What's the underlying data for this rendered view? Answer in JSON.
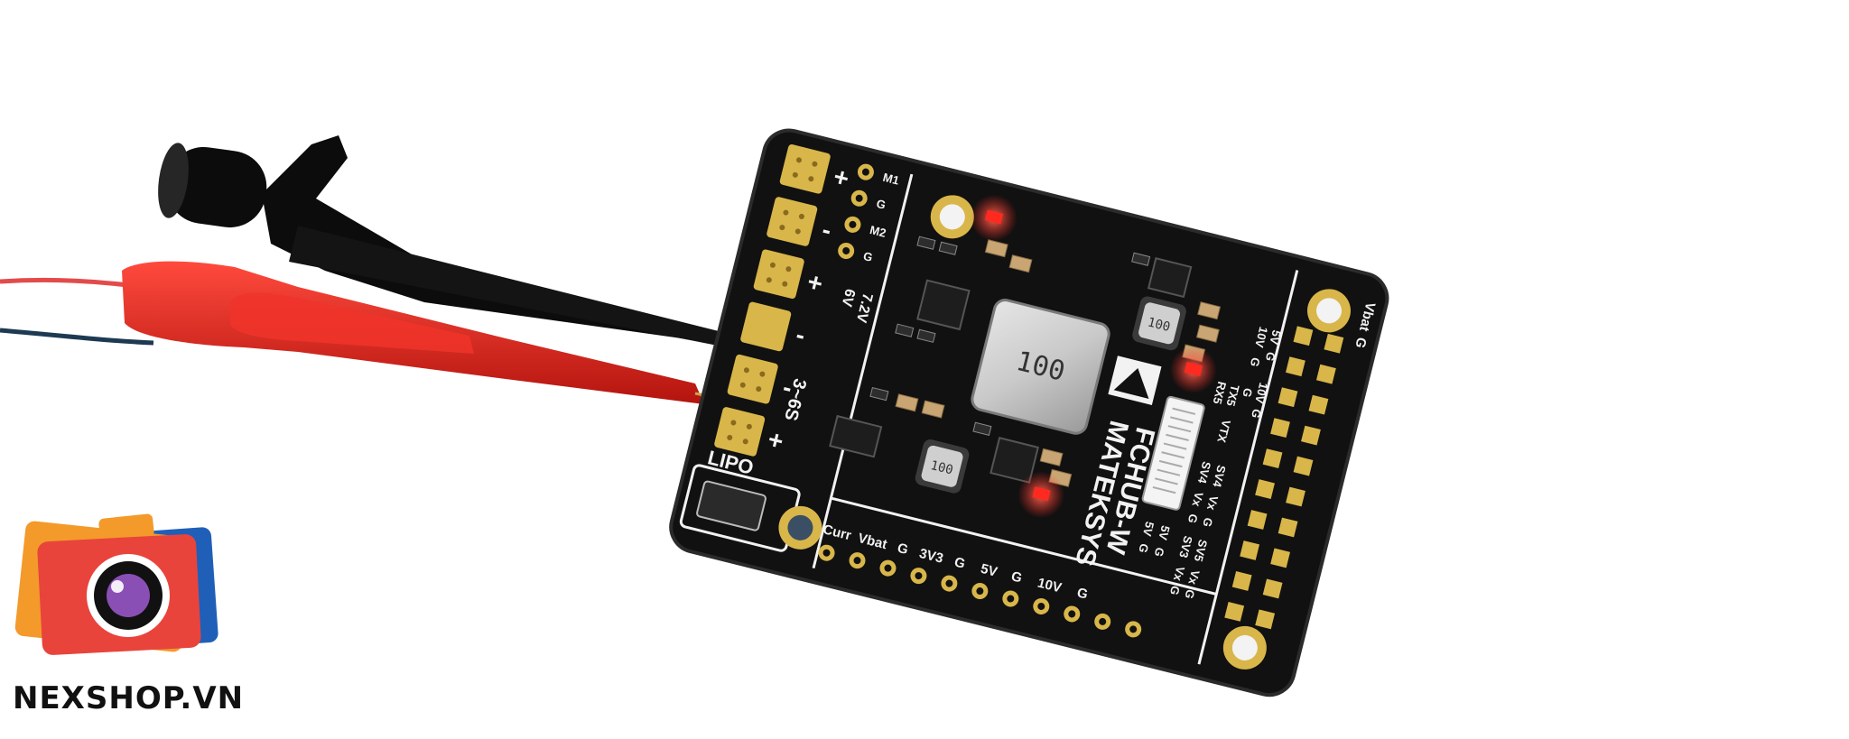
{
  "brand": {
    "watermark_text": "NEXSHOP.VN",
    "icon": "camera-icon",
    "colors": {
      "orange": "#f39a2b",
      "red": "#e8443c",
      "blue": "#1f5fb8",
      "purple": "#8a4fb5"
    }
  },
  "board": {
    "brand_label": "MATEKSYS",
    "model_label": "FCHUB-W",
    "inductor_labels": [
      "100",
      "100",
      "100"
    ],
    "battery_label": "LIPO",
    "cell_range": "3~6S",
    "pad_labels_right_vertical": [
      "Vbat",
      "G"
    ],
    "top_pads": [
      "M1",
      "G",
      "M2",
      "G"
    ],
    "bec_labels": [
      "6V",
      "7.2V"
    ],
    "connector_labels": [
      "10V",
      "G",
      "5V",
      "G",
      "TX5",
      "RX5",
      "VTX",
      "G",
      "10V",
      "G"
    ],
    "bottom_labels": [
      "Curr",
      "Vbat",
      "G",
      "3V3",
      "G",
      "5V",
      "G",
      "10V",
      "G"
    ],
    "mid_labels": [
      "SV4",
      "Vx",
      "G",
      "SV4",
      "Vx",
      "G",
      "5V",
      "G",
      "5V",
      "G"
    ],
    "lower_labels": [
      "SV3",
      "Vx",
      "G",
      "SV5",
      "Vx",
      "G"
    ],
    "polarity": [
      "+",
      "-",
      "+",
      "-",
      "+",
      "-"
    ],
    "colors": {
      "pcb": "#111111",
      "gold": "#d8b64a",
      "led": "#ff2a1f",
      "silk": "#f2f2f2"
    }
  },
  "probes": {
    "red_color": "#e0221c",
    "black_color": "#0c0c0c"
  }
}
